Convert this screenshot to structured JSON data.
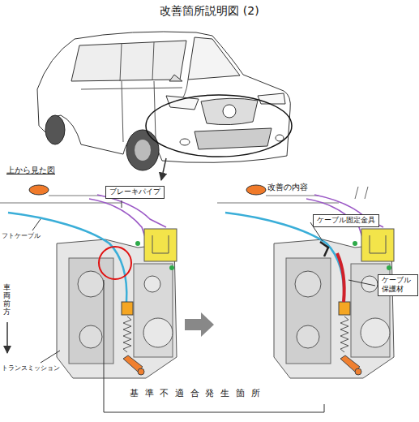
{
  "diagram": {
    "title": "改善箇所説明図 (2)",
    "nodes": [
      {
        "text": [
          "ブレーキパイプ"
        ]
      },
      {
        "text": [
          "ケーブル固定金具"
        ]
      },
      {
        "text": [
          "ケーブル 保護材"
        ]
      }
    ],
    "labels": [
      "上から見た図",
      "改善の内容",
      "フトケーブル",
      "車両前方",
      "トランスミッション",
      "基準不適合発生箇所"
    ]
  }
}
